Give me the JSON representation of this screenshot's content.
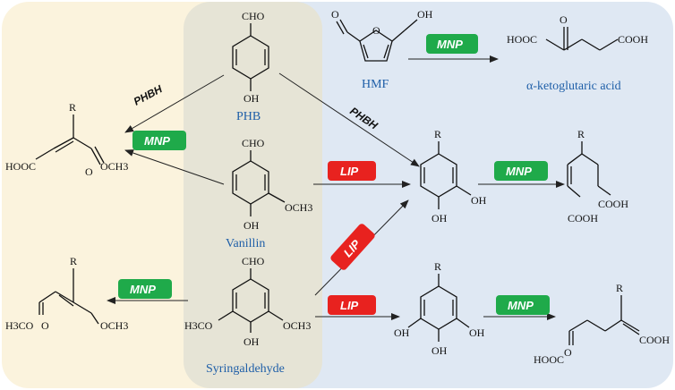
{
  "colors": {
    "left_bg": "#fbf3dd",
    "mid_bg": "#e9e7dc",
    "right_bg": "#dfe8f3",
    "mnp": "#1faa4a",
    "lip": "#e8221f",
    "label_blue": "#1f5fa8"
  },
  "labels": {
    "hmf": "HMF",
    "akg": "α-ketoglutaric acid",
    "phb": "PHB",
    "vanillin": "Vanillin",
    "syringaldehyde": "Syringaldehyde"
  },
  "enzymes": {
    "mnp": "MNP",
    "lip": "LIP",
    "phbh": "PHBH"
  },
  "chem": {
    "cho": "CHO",
    "oh": "OH",
    "och3": "OCH3",
    "h3co": "H3CO",
    "hooc": "HOOC",
    "cooh": "COOH",
    "o": "O",
    "r": "R"
  }
}
